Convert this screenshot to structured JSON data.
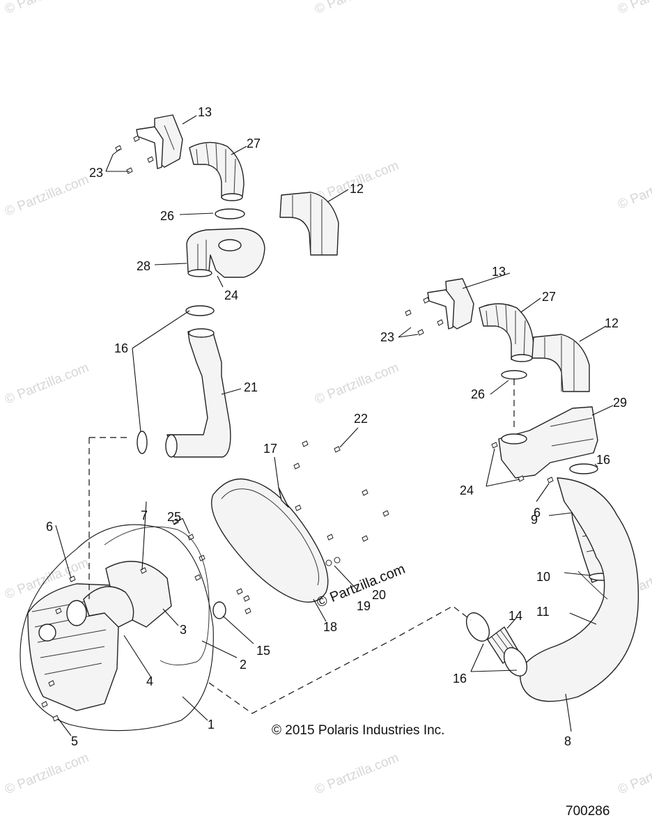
{
  "callouts": {
    "c1": "1",
    "c2": "2",
    "c3": "3",
    "c4": "4",
    "c5": "5",
    "c6": "6",
    "c7": "7",
    "c8": "8",
    "c9": "9",
    "c10": "10",
    "c11": "11",
    "c12": "12",
    "c13": "13",
    "c14": "14",
    "c15": "15",
    "c16": "16",
    "c17": "17",
    "c18": "18",
    "c19": "19",
    "c20": "20",
    "c21": "21",
    "c22": "22",
    "c23": "23",
    "c24": "24",
    "c25": "25",
    "c26": "26",
    "c27": "27",
    "c28": "28",
    "c29": "29"
  },
  "copyright": "© 2015 Polaris Industries Inc.",
  "diagram_id": "700286",
  "watermark": "© Partzilla.com"
}
